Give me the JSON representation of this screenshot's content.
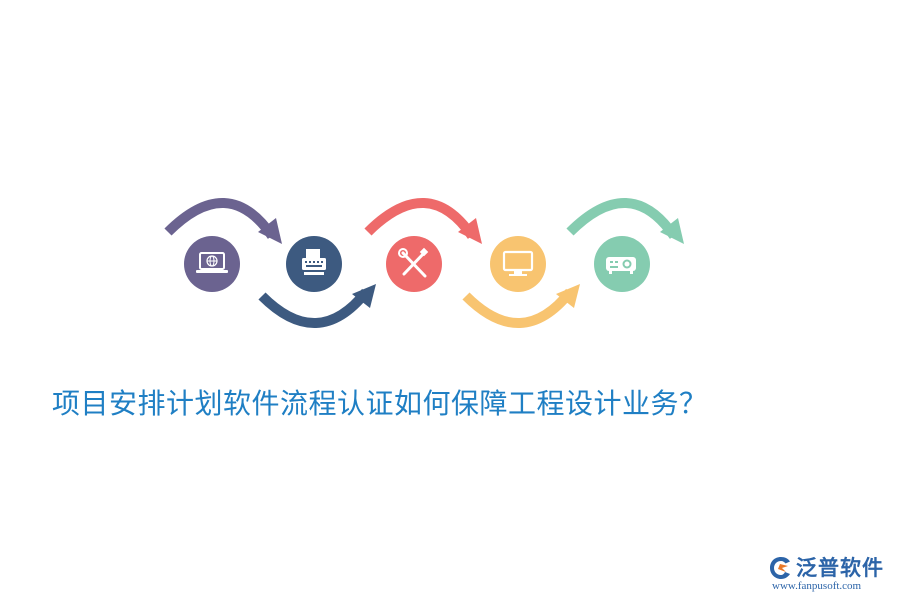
{
  "headline": "项目安排计划软件流程认证如何保障工程设计业务？",
  "brand": {
    "name": "泛普软件",
    "url": "www.fanpusoft.com"
  },
  "flow": {
    "steps": [
      {
        "icon": "laptop-globe-icon",
        "color": "#6b6390"
      },
      {
        "icon": "printer-icon",
        "color": "#3d5a80"
      },
      {
        "icon": "tools-icon",
        "color": "#ee6a6a"
      },
      {
        "icon": "monitor-icon",
        "color": "#f8c470"
      },
      {
        "icon": "projector-icon",
        "color": "#85ccb0"
      }
    ]
  }
}
